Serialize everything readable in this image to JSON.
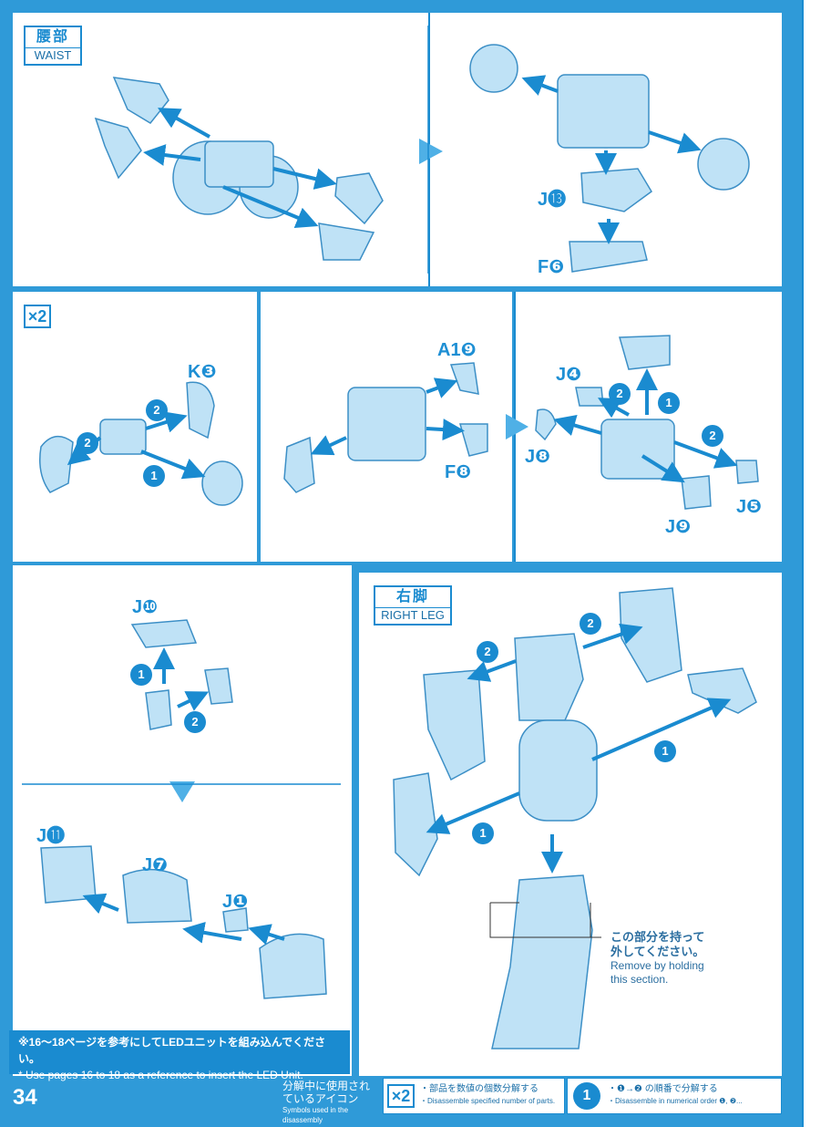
{
  "page_number": "34",
  "waist": {
    "header_jp": "腰部",
    "header_en": "WAIST"
  },
  "right_leg": {
    "header_jp": "右脚",
    "header_en": "RIGHT LEG"
  },
  "multiplier": "×2",
  "labels": {
    "j13": "J⓭",
    "f6": "F❻",
    "k3": "K❸",
    "a19": "A1❾",
    "f8": "F❽",
    "j4": "J❹",
    "j8": "J❽",
    "j5": "J❺",
    "j9": "J❾",
    "j10": "J❿",
    "j11": "J⓫",
    "j7": "J❼",
    "j1": "J❶"
  },
  "hold_note": {
    "jp_line1": "この部分を持って",
    "jp_line2": "外してください。",
    "en_line1": "Remove by holding",
    "en_line2": "this section."
  },
  "led_note": {
    "jp": "※16〜18ページを参考にしてLEDユニットを組み込んでください。",
    "en": "* Use pages 16 to 18 as a reference to insert the LED Unit."
  },
  "legend": {
    "title_jp_line1": "分解中に使用され",
    "title_jp_line2": "ているアイコン",
    "title_en": "Symbols used in the disassembly",
    "x2_jp": "・部品を数値の個数分解する",
    "x2_en": "・Disassemble specified number of parts.",
    "order_jp": "・❶→❷ の順番で分解する",
    "order_en": "・Disassemble in numerical order ❶, ❷...",
    "order_badge": "1"
  },
  "step_numbers": {
    "one": "1",
    "two": "2"
  },
  "colors": {
    "primary": "#1a8bd0",
    "part_fill": "#bfe2f6",
    "background": "#2f9ad8"
  }
}
